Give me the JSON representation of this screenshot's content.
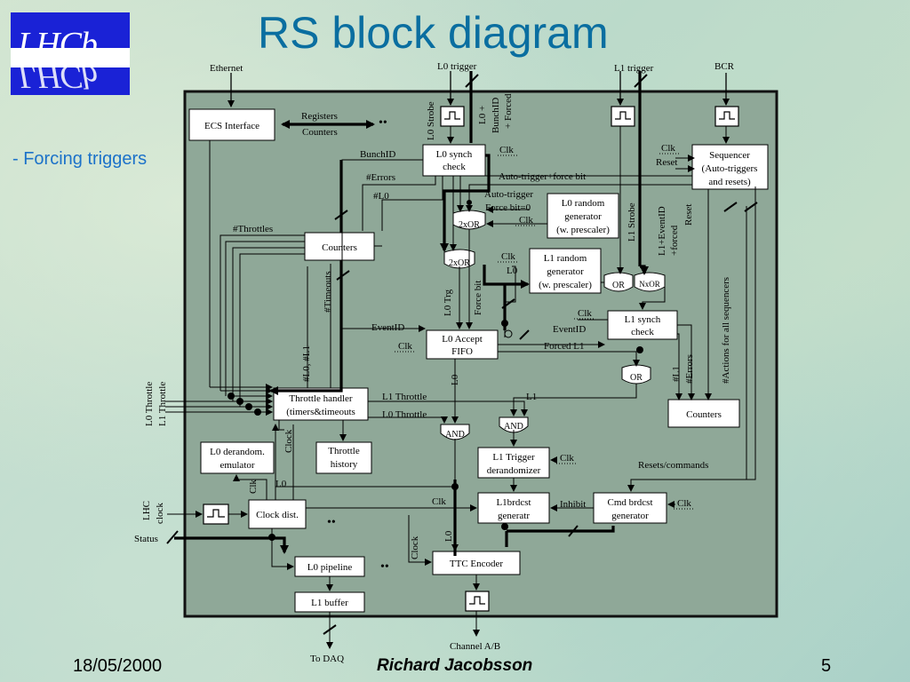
{
  "slide": {
    "title": "RS block diagram",
    "side_note": "- Forcing triggers",
    "footer": {
      "date": "18/05/2000",
      "author": "Richard Jacobsson",
      "page": "5"
    }
  },
  "logo": {
    "text": "LHCb"
  },
  "diagram": {
    "blocks": {
      "ecs": "ECS  Interface",
      "l0_synch": [
        "L0 synch",
        "check"
      ],
      "sequencer": [
        "Sequencer",
        "(Auto-triggers",
        "and resets)"
      ],
      "l0_random": [
        "L0 random",
        "generator",
        "(w. prescaler)"
      ],
      "counters_top": "Counters",
      "l1_random": [
        "L1 random",
        "generator",
        "(w. prescaler)"
      ],
      "l1_synch": [
        "L1 synch",
        "check"
      ],
      "l0_fifo": [
        "L0 Accept",
        "FIFO"
      ],
      "throttle_handler": [
        "Throttle handler",
        "(timers&timeouts"
      ],
      "counters_right": "Counters",
      "l0_derandom": [
        "L0 derandom.",
        "emulator"
      ],
      "throttle_history": [
        "Throttle",
        "history"
      ],
      "l1_trigger_derand": [
        "L1 Trigger",
        "derandomizer"
      ],
      "clock_dist": "Clock dist.",
      "l1brdcst": [
        "L1brdcst",
        "generatr"
      ],
      "cmd_brdcst": [
        "Cmd brdcst",
        "generator"
      ],
      "l0_pipeline": "L0 pipeline",
      "ttc_encoder": "TTC Encoder",
      "l1_buffer": "L1 buffer"
    },
    "gates": {
      "or2_a": "2xOR",
      "or2_b": "2xOR",
      "or_a": "OR",
      "nxor": "NxOR",
      "or_b": "OR",
      "and_a": "AND",
      "and_b": "AND"
    },
    "labels": {
      "ethernet": "Ethernet",
      "l0_trigger": "L0 trigger",
      "l1_trigger": "L1 trigger",
      "bcr": "BCR",
      "registers": "Registers",
      "counters": "Counters",
      "l0_strobe": "L0 Strobe",
      "l0_bunchid": "L0 +",
      "bunchid_forced": "BunchID",
      "forced": "+ Forced",
      "bunchid": "BunchID",
      "clk": "Clk",
      "reset": "Reset",
      "errors": "#Errors",
      "auto_force": "Auto-trigger+force bit",
      "num_l0": "#L0",
      "auto_trigger": "Auto-trigger",
      "force_bit0": "Force bit=0",
      "throttles": "#Throttles",
      "l1_strobe": "L1 Strobe",
      "l1_eventid": "L1+EventID",
      "plus_forced": "+forced",
      "reset_v": "Reset",
      "timeouts": "#Timeouts",
      "l0_trg": "L0 Trg",
      "force_bit": "Force bit",
      "l0": "L0",
      "actions": "#Actions for all sequencers",
      "eventid": "EventID",
      "forced_l1": "Forced L1",
      "l0_l1": "#L0, #L1",
      "num_l1": "#L1",
      "num_errors": "#Errors",
      "l0_throttle": "L0 Throttle",
      "l1_throttle": "L1 Throttle",
      "l1": "L1",
      "clock": "Clock",
      "resets_commands": "Resets/commands",
      "lhc_clock_1": "LHC",
      "lhc_clock_2": "clock",
      "status": "Status",
      "inhibit": "Inhibit",
      "channel": "Channel A/B",
      "to_daq": "To DAQ",
      "dots": "••"
    }
  }
}
